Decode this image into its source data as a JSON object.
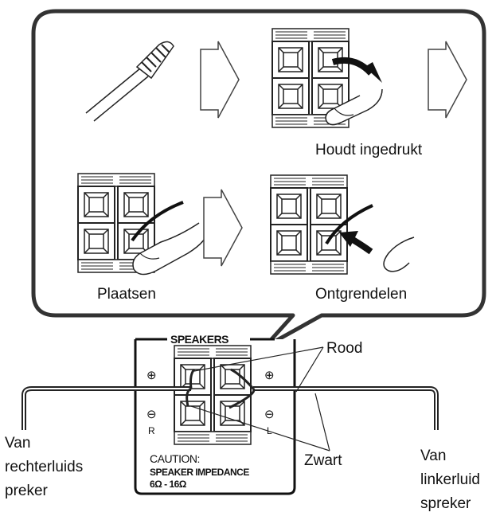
{
  "steps": {
    "hold_label": "Houdt ingedrukt",
    "insert_label": "Plaatsen",
    "release_label": "Ontgrendelen"
  },
  "panel": {
    "title": "SPEAKERS",
    "plus_left": "⊕",
    "plus_right": "⊕",
    "minus_left": "⊖",
    "minus_right": "⊖",
    "channel_right": "R",
    "channel_left": "L",
    "caution_line1": "CAUTION:",
    "caution_line2": "SPEAKER IMPEDANCE",
    "caution_line3": "6Ω - 16Ω"
  },
  "callouts": {
    "red": "Rood",
    "black": "Zwart"
  },
  "speakers": {
    "right_1": "Van",
    "right_2": "rechterluids",
    "right_3": "preker",
    "left_1": "Van",
    "left_2": "linkerluid",
    "left_3": "spreker"
  }
}
